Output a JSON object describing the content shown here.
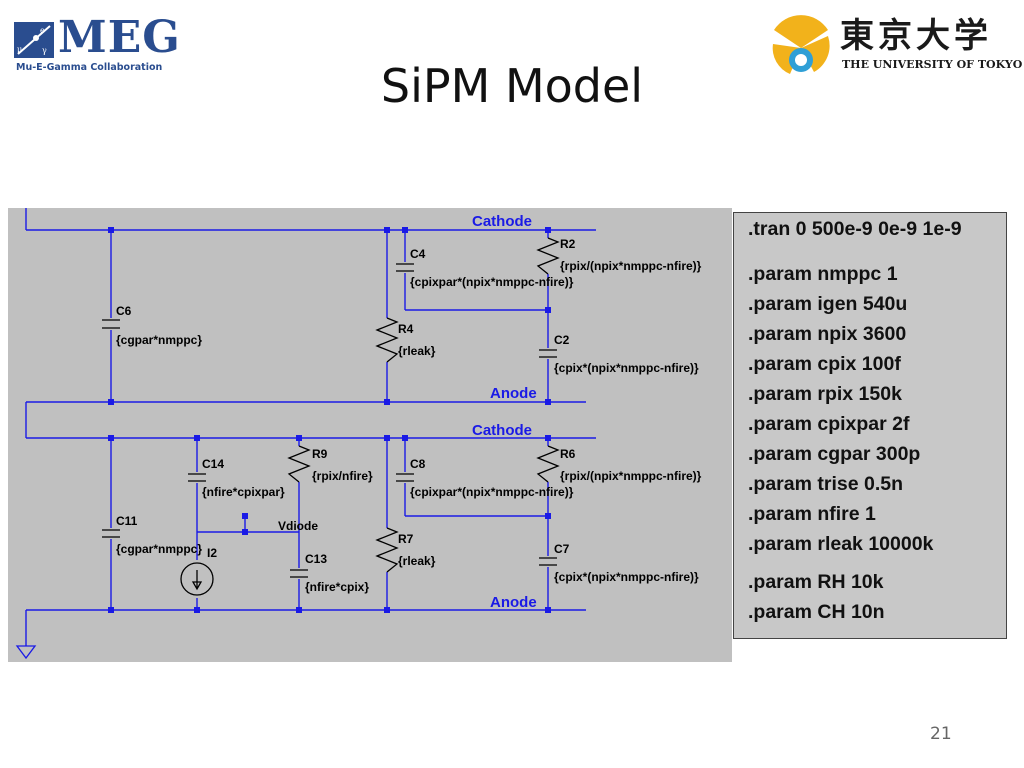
{
  "header": {
    "meg_logo_text": "MEG",
    "meg_logo_subtitle": "Mu-E-Gamma Collaboration",
    "title": "SiPM Model",
    "university_logo_jp": "東京大学",
    "university_logo_en": "THE UNIVERSITY OF TOKYO"
  },
  "schematic": {
    "nets": {
      "cathode_top": "Cathode",
      "anode_top": "Anode",
      "cathode_bottom": "Cathode",
      "anode_bottom": "Anode",
      "vdiode": "Vdiode"
    },
    "components": {
      "C6": {
        "ref": "C6",
        "value": "{cgpar*nmppc}"
      },
      "C4": {
        "ref": "C4",
        "value": "{cpixpar*(npix*nmppc-nfire)}"
      },
      "R4": {
        "ref": "R4",
        "value": "{rleak}"
      },
      "R2": {
        "ref": "R2",
        "value": "{rpix/(npix*nmppc-nfire)}"
      },
      "C2": {
        "ref": "C2",
        "value": "{cpix*(npix*nmppc-nfire)}"
      },
      "C11": {
        "ref": "C11",
        "value": "{cgpar*nmppc}"
      },
      "C14": {
        "ref": "C14",
        "value": "{nfire*cpixpar}"
      },
      "R9": {
        "ref": "R9",
        "value": "{rpix/nfire}"
      },
      "I2": {
        "ref": "I2"
      },
      "C13": {
        "ref": "C13",
        "value": "{nfire*cpix}"
      },
      "R7": {
        "ref": "R7",
        "value": "{rleak}"
      },
      "C8": {
        "ref": "C8",
        "value": "{cpixpar*(npix*nmppc-nfire)}"
      },
      "R6": {
        "ref": "R6",
        "value": "{rpix/(npix*nmppc-nfire)}"
      },
      "C7": {
        "ref": "C7",
        "value": "{cpix*(npix*nmppc-nfire)}"
      }
    },
    "wire_color": "#1a1ae6",
    "background_color": "#c0c0c0"
  },
  "spice_directives": [
    ".tran 0 500e-9 0e-9 1e-9",
    ".param nmppc 1",
    ".param igen 540u",
    ".param npix 3600",
    ".param cpix 100f",
    ".param rpix 150k",
    ".param cpixpar 2f",
    ".param cgpar 300p",
    ".param trise 0.5n",
    ".param nfire 1",
    ".param rleak 10000k",
    ".param RH 10k",
    ".param CH 10n"
  ],
  "footer": {
    "page_number": "21"
  }
}
